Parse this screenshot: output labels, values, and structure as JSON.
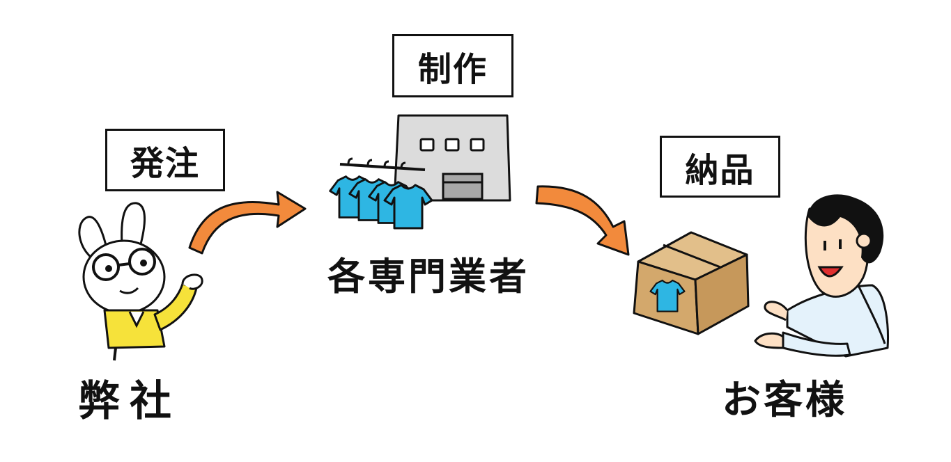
{
  "steps": {
    "order": "発注",
    "production": "制作",
    "delivery": "納品"
  },
  "actors": {
    "company": "弊社",
    "vendors": "各専門業者",
    "customer": "お客様"
  },
  "colors": {
    "arrow": "#f28a3c",
    "shirt": "#2eb6e3",
    "box": "#d3a86c",
    "building": "#dcdcdc",
    "jacket": "#f6e23a",
    "skin": "#fde0c4",
    "customer_shirt": "#e4f2fb"
  }
}
